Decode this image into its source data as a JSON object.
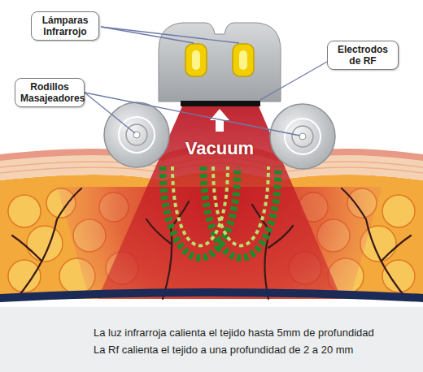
{
  "diagram": {
    "nodes": [
      {
        "text": [
          "Lámparas Infrarrojo"
        ]
      },
      {
        "text": [
          "Electrodos de RF"
        ]
      },
      {
        "text": [
          "Rodillos Masajeadores"
        ]
      },
      {
        "text": [
          "La luz infrarroja calienta el tejido hasta 5mm de profundidad",
          "La Rf calienta el tejido a una profundidad de 2 a 20 mm"
        ]
      }
    ],
    "labels": [
      "Vacuum"
    ]
  }
}
